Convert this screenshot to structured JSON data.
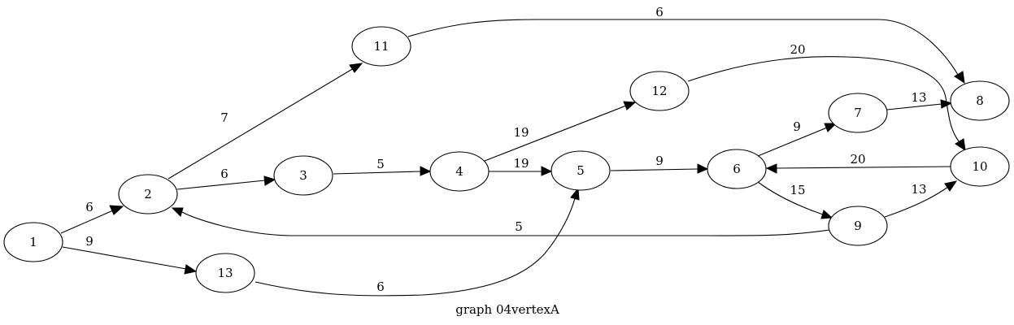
{
  "diagram": {
    "caption": "graph 04vertexA",
    "nodes": [
      {
        "id": "1",
        "label": "1"
      },
      {
        "id": "2",
        "label": "2"
      },
      {
        "id": "3",
        "label": "3"
      },
      {
        "id": "4",
        "label": "4"
      },
      {
        "id": "5",
        "label": "5"
      },
      {
        "id": "6",
        "label": "6"
      },
      {
        "id": "7",
        "label": "7"
      },
      {
        "id": "8",
        "label": "8"
      },
      {
        "id": "9",
        "label": "9"
      },
      {
        "id": "10",
        "label": "10"
      },
      {
        "id": "11",
        "label": "11"
      },
      {
        "id": "12",
        "label": "12"
      },
      {
        "id": "13",
        "label": "13"
      }
    ],
    "edges": [
      {
        "from": "1",
        "to": "2",
        "weight": "6"
      },
      {
        "from": "1",
        "to": "13",
        "weight": "9"
      },
      {
        "from": "2",
        "to": "11",
        "weight": "7"
      },
      {
        "from": "2",
        "to": "3",
        "weight": "6"
      },
      {
        "from": "3",
        "to": "4",
        "weight": "5"
      },
      {
        "from": "4",
        "to": "12",
        "weight": "19"
      },
      {
        "from": "4",
        "to": "5",
        "weight": "19"
      },
      {
        "from": "5",
        "to": "6",
        "weight": "9"
      },
      {
        "from": "6",
        "to": "7",
        "weight": "9"
      },
      {
        "from": "6",
        "to": "9",
        "weight": "15"
      },
      {
        "from": "7",
        "to": "8",
        "weight": "13"
      },
      {
        "from": "9",
        "to": "10",
        "weight": "13"
      },
      {
        "from": "9",
        "to": "2",
        "weight": "5"
      },
      {
        "from": "10",
        "to": "6",
        "weight": "20"
      },
      {
        "from": "11",
        "to": "8",
        "weight": "6"
      },
      {
        "from": "12",
        "to": "10",
        "weight": "20"
      },
      {
        "from": "13",
        "to": "5",
        "weight": "6"
      }
    ]
  }
}
